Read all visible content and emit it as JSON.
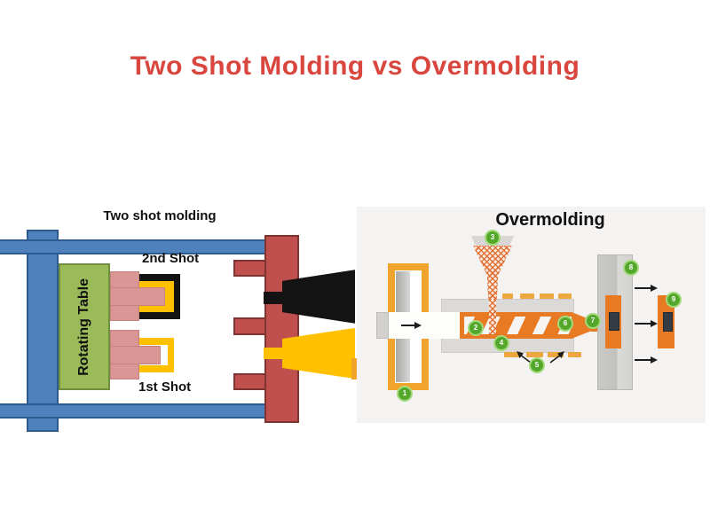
{
  "title": {
    "text": "Two Shot Molding vs Overmolding",
    "color": "#d9463e"
  },
  "two_shot": {
    "heading": "Two shot molding",
    "rotating_table": "Rotating Table",
    "shot2_label": "2nd Shot",
    "shot1_label": "1st Shot",
    "colors": {
      "frame_blue": "#4f81bd",
      "table_green": "#9bbb59",
      "core_pink": "#d99694",
      "mold_yellow": "#ffc000",
      "mold_black": "#131313",
      "platen_red": "#c0504d"
    }
  },
  "overmolding": {
    "heading": "Overmolding",
    "callouts": [
      "1",
      "2",
      "3",
      "4",
      "5",
      "6",
      "7",
      "8",
      "9"
    ],
    "colors": {
      "panel_gray": "#f4f3f1",
      "machine_orange": "#e87a24",
      "clamp_amber": "#f0a42c",
      "heater_orange": "#eda73f",
      "badge_green": "#53a82c",
      "platen_gray": "#c9c8c6",
      "insert_dark": "#343b42"
    },
    "icons": [
      "right-arrow-icon",
      "heater-pointer-arrows-icon"
    ]
  }
}
